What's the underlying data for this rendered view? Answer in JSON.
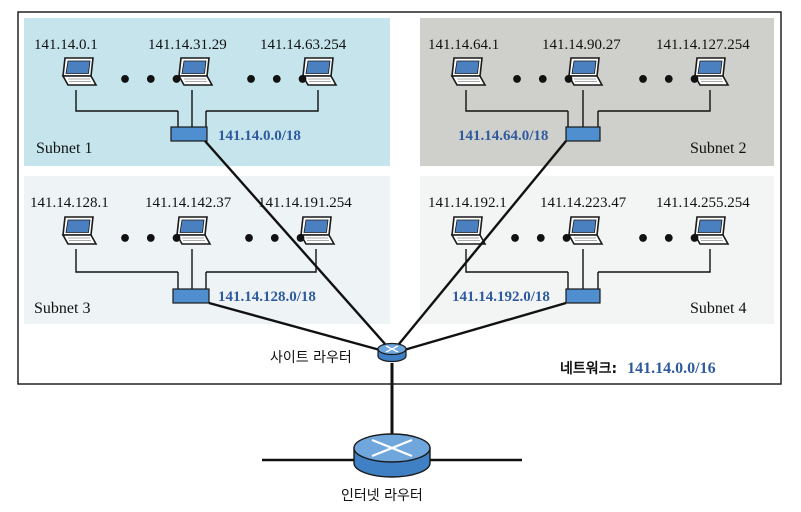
{
  "subnets": [
    {
      "label": "Subnet 1",
      "network": "141.14.0.0/18",
      "hosts": [
        "141.14.0.1",
        "141.14.31.29",
        "141.14.63.254"
      ],
      "bg": "#c5e4ec"
    },
    {
      "label": "Subnet 2",
      "network": "141.14.64.0/18",
      "hosts": [
        "141.14.64.1",
        "141.14.90.27",
        "141.14.127.254"
      ],
      "bg": "#cfcfcb"
    },
    {
      "label": "Subnet 3",
      "network": "141.14.128.0/18",
      "hosts": [
        "141.14.128.1",
        "141.14.142.37",
        "141.14.191.254"
      ],
      "bg": "#eef3f5"
    },
    {
      "label": "Subnet 4",
      "network": "141.14.192.0/18",
      "hosts": [
        "141.14.192.1",
        "141.14.223.47",
        "141.14.255.254"
      ],
      "bg": "#f3f4f4"
    }
  ],
  "site_router": {
    "label": "사이트 라우터"
  },
  "internet_router": {
    "label": "인터넷 라우터"
  },
  "network": {
    "label": "네트워크:",
    "address": "141.14.0.0/16"
  },
  "ellipsis": "• • •",
  "colors": {
    "switch": "#4f8fcf",
    "router": "#3f7fc4",
    "line": "#111111",
    "accent_text": "#2f5b9e"
  },
  "icons": {
    "host": "laptop-icon",
    "switch": "switch-icon",
    "router": "router-icon"
  }
}
